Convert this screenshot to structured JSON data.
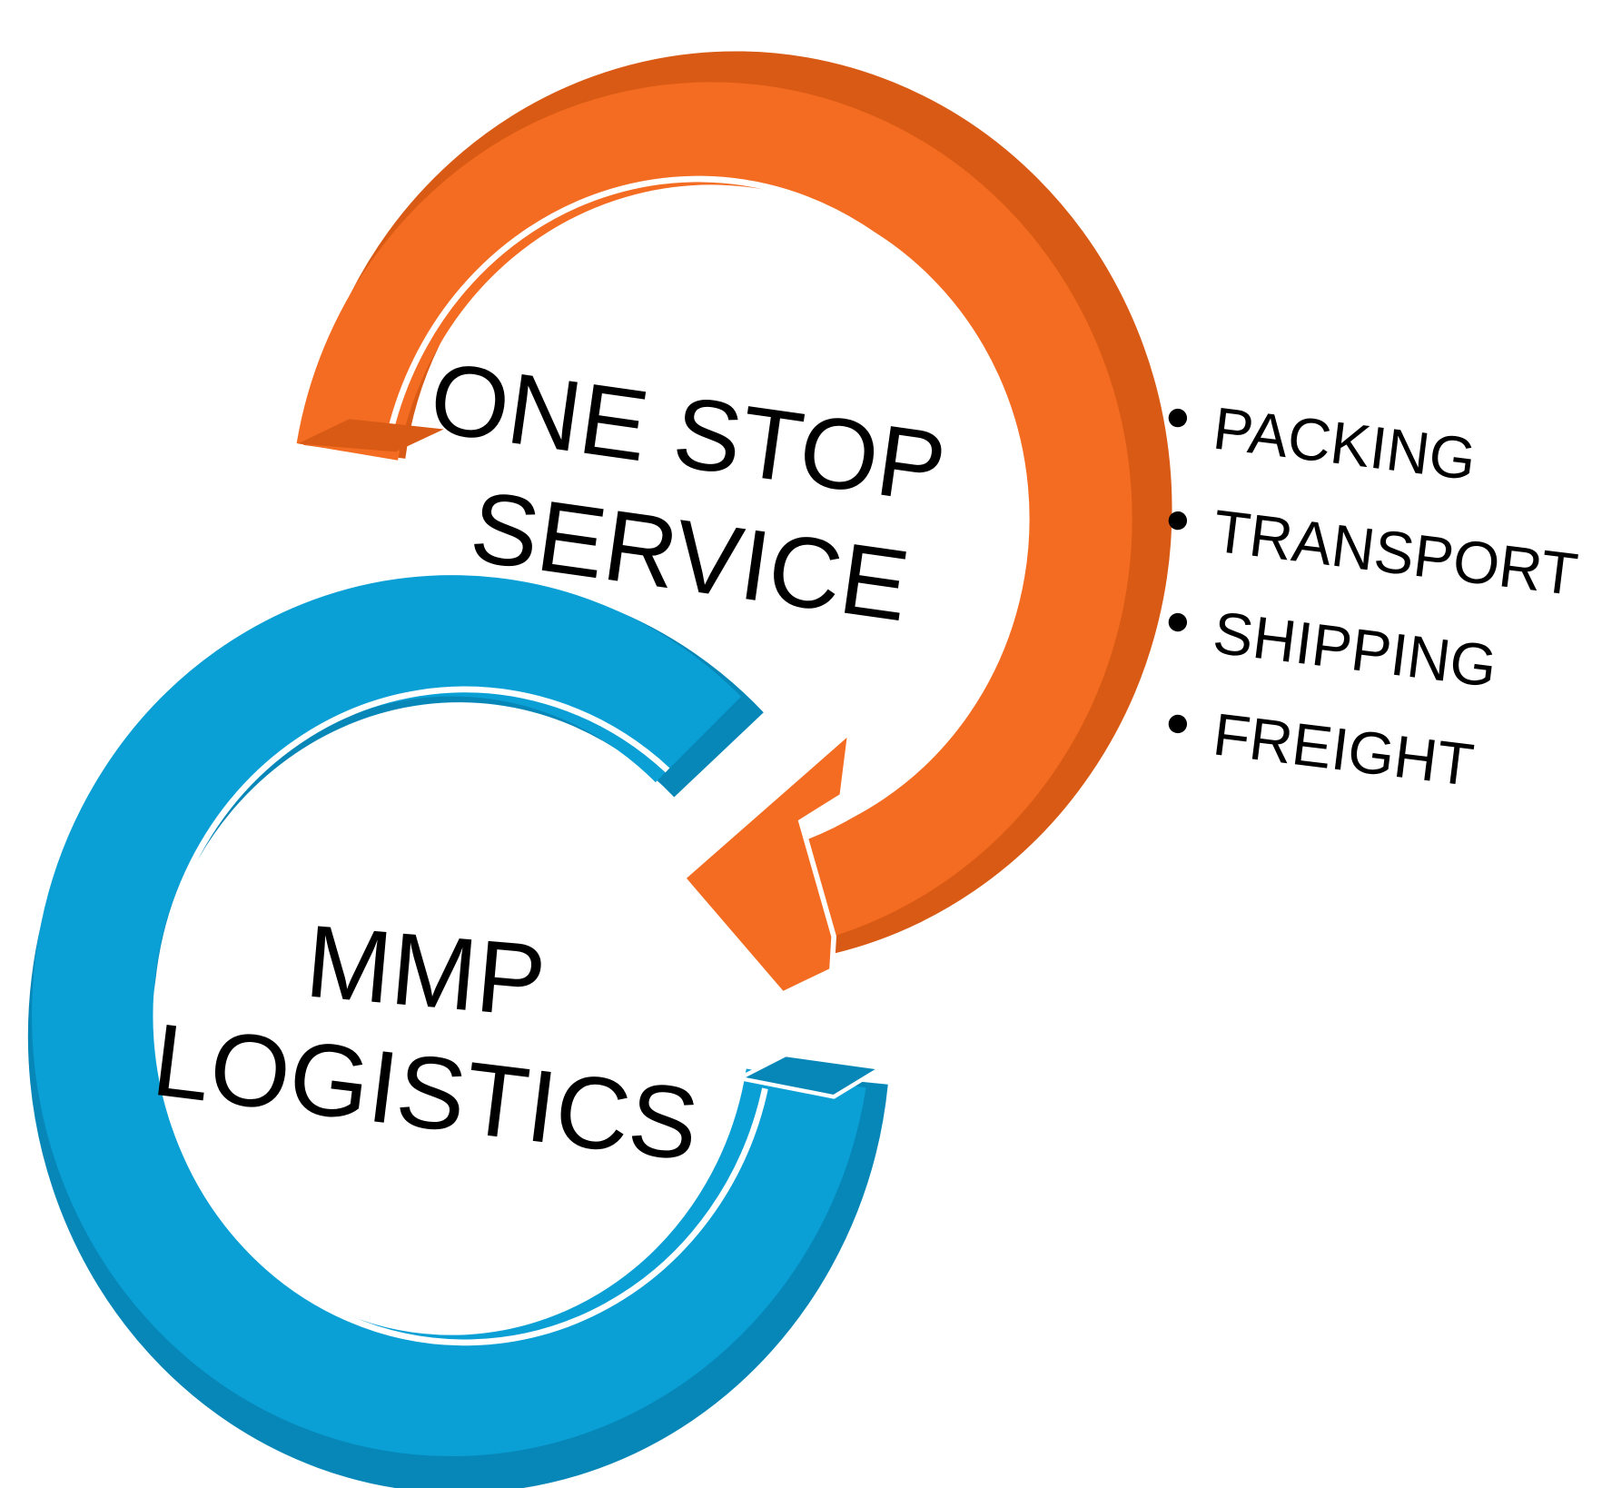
{
  "title": {
    "line1": "ONE STOP",
    "line2": "SERVICE"
  },
  "brand": {
    "line1": "MMP",
    "line2": "LOGISTICS"
  },
  "services": [
    "PACKING",
    "TRANSPORT",
    "SHIPPING",
    "FREIGHT"
  ],
  "colors": {
    "orange": "#F36C21",
    "orange_dark": "#D95A14",
    "blue": "#0AA0D6",
    "blue_dark": "#0787B8",
    "text": "#000000"
  }
}
